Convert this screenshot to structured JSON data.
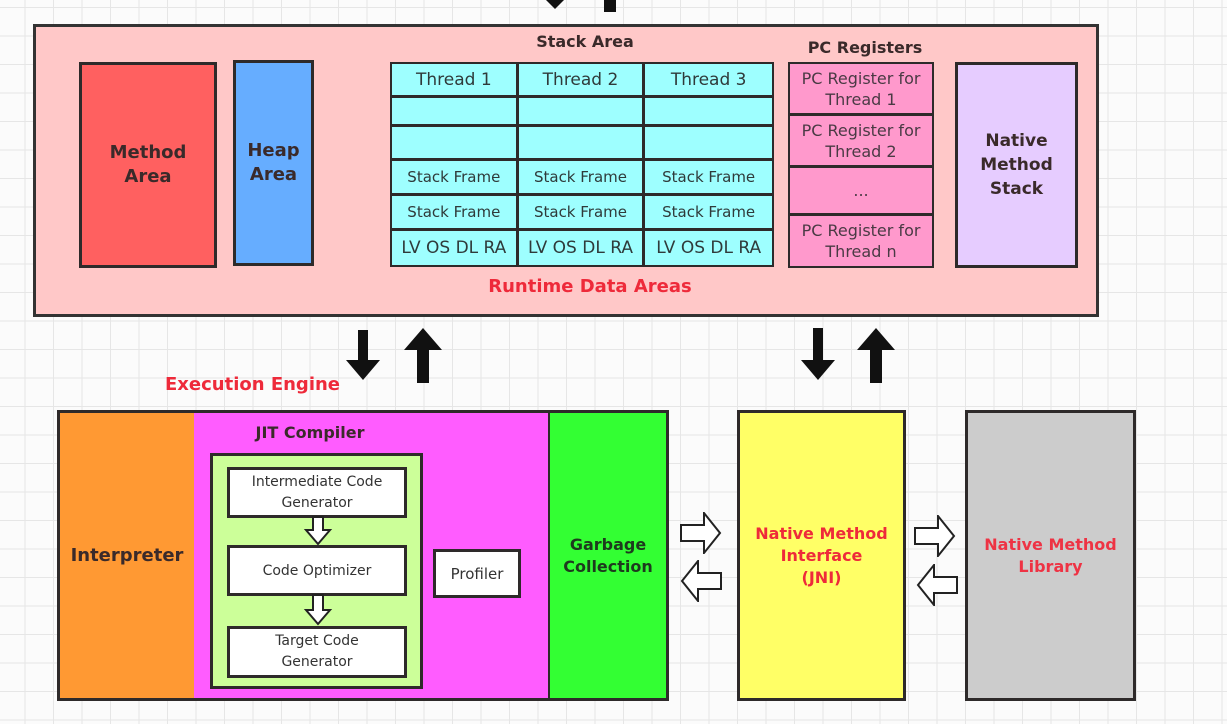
{
  "runtime": {
    "title": "Runtime Data Areas",
    "method_area": "Method\nArea",
    "heap_area": "Heap\nArea",
    "stack_area": {
      "title": "Stack Area",
      "threads": [
        "Thread 1",
        "Thread 2",
        "Thread 3"
      ],
      "rows": [
        [
          "",
          "",
          ""
        ],
        [
          "",
          "",
          ""
        ],
        [
          "Stack Frame",
          "Stack Frame",
          "Stack Frame"
        ],
        [
          "Stack Frame",
          "Stack Frame",
          "Stack Frame"
        ],
        [
          "LV OS DL RA",
          "LV OS DL RA",
          "LV OS DL RA"
        ]
      ]
    },
    "pc_registers": {
      "title": "PC Registers",
      "items": [
        "PC Register for\nThread 1",
        "PC Register for\nThread 2",
        "...",
        "PC Register for\nThread n"
      ]
    },
    "native_method_stack": "Native\nMethod\nStack"
  },
  "execution_engine": {
    "title": "Execution Engine",
    "interpreter": "Interpreter",
    "jit": {
      "title": "JIT Compiler",
      "steps": [
        "Intermediate Code\nGenerator",
        "Code Optimizer",
        "Target Code\nGenerator"
      ],
      "profiler": "Profiler"
    },
    "garbage_collection": "Garbage\nCollection"
  },
  "jni": "Native Method\nInterface\n(JNI)",
  "native_library": "Native Method\nLibrary",
  "colors": {
    "runtime_bg": "#ffc8c8",
    "method_area": "#ff6060",
    "heap_area": "#66adff",
    "stack_cell": "#9effff",
    "pc_register": "#ff99cc",
    "native_stack": "#e6ccff",
    "interpreter": "#ff9933",
    "jit": "#ff5cff",
    "jit_inner": "#ccff99",
    "gc": "#33ff33",
    "jni": "#ffff66",
    "library": "#cccccc",
    "label_red": "#ee2a3a"
  }
}
